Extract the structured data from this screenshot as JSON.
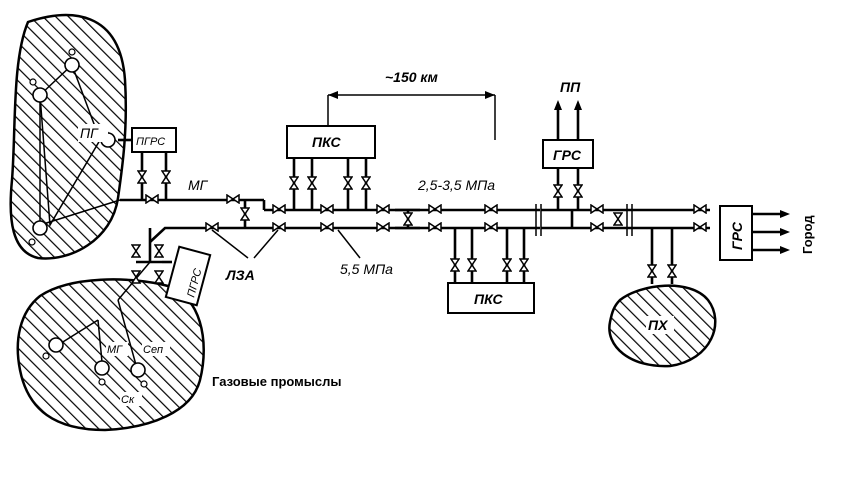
{
  "labels": {
    "distance": "~150 км",
    "pgrs": "ПГРС",
    "pg_field": "ПГ",
    "mg": "МГ",
    "pks_top": "ПКС",
    "pks_bottom": "ПКС",
    "pressure_low": "2,5-3,5 МПа",
    "pressure_high": "5,5 МПа",
    "lza": "ЛЗА",
    "pp": "ПП",
    "grs_top": "ГРС",
    "grs_city": "ГРС",
    "city": "Город",
    "px": "ПХ",
    "prs": "ПГРС",
    "mg_small": "МГ",
    "sep": "Сеп",
    "sk": "Ск",
    "gas_fields": "Газовые промыслы"
  }
}
